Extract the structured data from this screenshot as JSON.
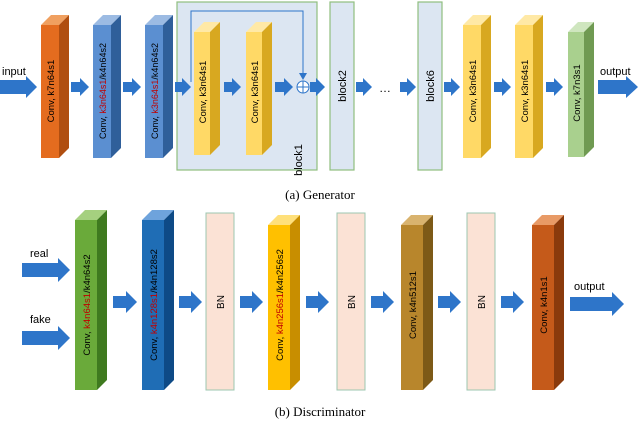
{
  "colors": {
    "arrow": "#2e75c9",
    "arrow_dark": "#1f5f9f",
    "orange": "#e46c1f",
    "blue": "#5b8fd1",
    "yellow": "#ffd966",
    "green_light": "#a9d08e",
    "block_fill": "#dce6f2",
    "block_border": "#8fbf7f",
    "green": "#6aaa3a",
    "dblue": "#1f6db5",
    "peach": "#fbe2d5",
    "gold": "#ffc000",
    "brown": "#b8862c",
    "rust": "#c55a1a",
    "red_text": "#c00000"
  },
  "generator": {
    "input_label": "input",
    "output_label": "output",
    "layer1": "Conv, k7n64s1",
    "layer2_prefix": "Conv, ",
    "layer2_red": "k3n64s1",
    "layer2_suffix": "/k4n64s2",
    "layer3_prefix": "Conv, ",
    "layer3_red": "k3n64s1",
    "layer3_suffix": "/k4n64s2",
    "res_conv1": "Conv, k3n64s1",
    "res_conv2": "Conv, k3n64s1",
    "block1": "block1",
    "block2": "block2",
    "ellipsis": "…",
    "block6": "block6",
    "up_conv1": "Conv, k3n64s1",
    "up_conv2": "Conv, k3n64s1",
    "final": "Conv, k7n3s1",
    "sum_symbol": "⊕",
    "caption": "(a) Generator"
  },
  "discriminator": {
    "real_label": "real",
    "fake_label": "fake",
    "output_label": "output",
    "d1_prefix": "Conv, ",
    "d1_red": "k4n64s1",
    "d1_suffix": "/k4n64s2",
    "d2_prefix": "Conv, ",
    "d2_red": "k4n128s1",
    "d2_suffix": "/k4n128s2",
    "bn1": "BN",
    "d3_prefix": "Conv, ",
    "d3_red": "k4n256s1",
    "d3_suffix": "/k4n256s2",
    "bn2": "BN",
    "d4": "Conv, k4n512s1",
    "bn3": "BN",
    "d5": "Conv, k4n1s1",
    "caption": "(b) Discriminator"
  }
}
